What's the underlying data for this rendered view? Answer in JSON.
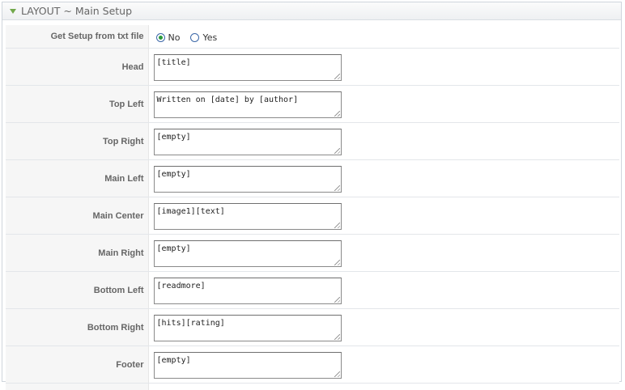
{
  "panel": {
    "title": "LAYOUT ~ Main Setup"
  },
  "setup_source": {
    "label": "Get Setup from txt file",
    "options": [
      "No",
      "Yes"
    ],
    "selected": "No"
  },
  "fields": [
    {
      "label": "Head",
      "value": "[title]"
    },
    {
      "label": "Top Left",
      "value": "Written on [date] by [author]"
    },
    {
      "label": "Top Right",
      "value": "[empty]"
    },
    {
      "label": "Main Left",
      "value": "[empty]"
    },
    {
      "label": "Main Center",
      "value": "[image1][text]"
    },
    {
      "label": "Main Right",
      "value": "[empty]"
    },
    {
      "label": "Bottom Left",
      "value": "[readmore]"
    },
    {
      "label": "Bottom Right",
      "value": "[hits][rating]"
    },
    {
      "label": "Footer",
      "value": "[empty]"
    }
  ]
}
